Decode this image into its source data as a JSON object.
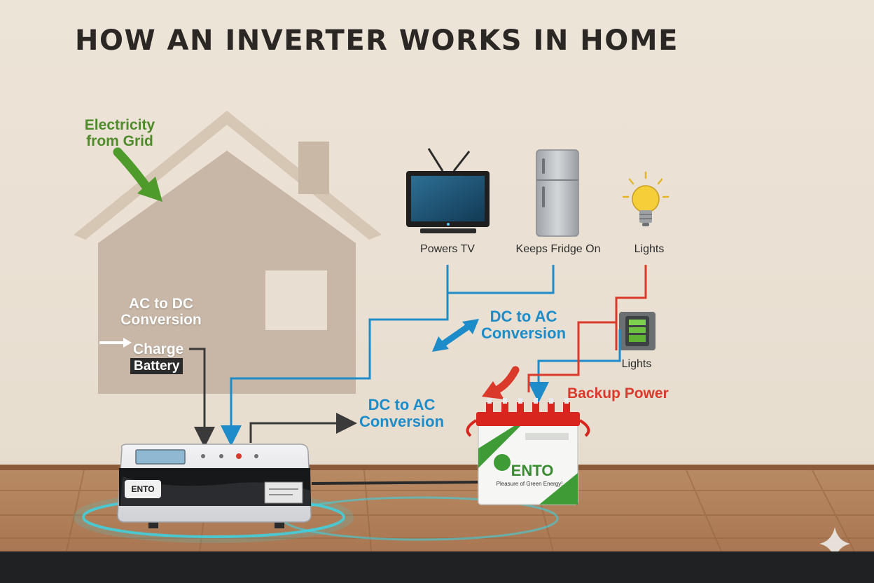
{
  "title": "HOW AN INVERTER WORKS IN HOME",
  "labels": {
    "grid_line1": "Electricity",
    "grid_line2": "from Grid",
    "acdc_line1": "AC to DC",
    "acdc_line2": "Conversion",
    "charge": "Charge",
    "battery": "Battery",
    "dcac_upper_line1": "DC to AC",
    "dcac_upper_line2": "Conversion",
    "dcac_lower_line1": "DC to AC",
    "dcac_lower_line2": "Conversion",
    "backup_power": "Backup Power"
  },
  "appliances": {
    "tv": "Powers TV",
    "fridge": "Keeps Fridge On",
    "lights_top": "Lights",
    "lights_switch": "Lights"
  },
  "devices": {
    "inverter_brand": "ENTO",
    "battery_brand": "ENTO",
    "battery_tagline": "Pleasure of Green Energy!"
  },
  "colors": {
    "wall": "#ebe1d4",
    "house": "#c8b7a6",
    "floor": "#b7865f",
    "grid_arrow": "#4e9a2a",
    "dc_ac_line": "#1e8cc8",
    "backup_line": "#d93a2b",
    "charge_line": "#3a3a3a",
    "glow": "#3fd1e0"
  }
}
